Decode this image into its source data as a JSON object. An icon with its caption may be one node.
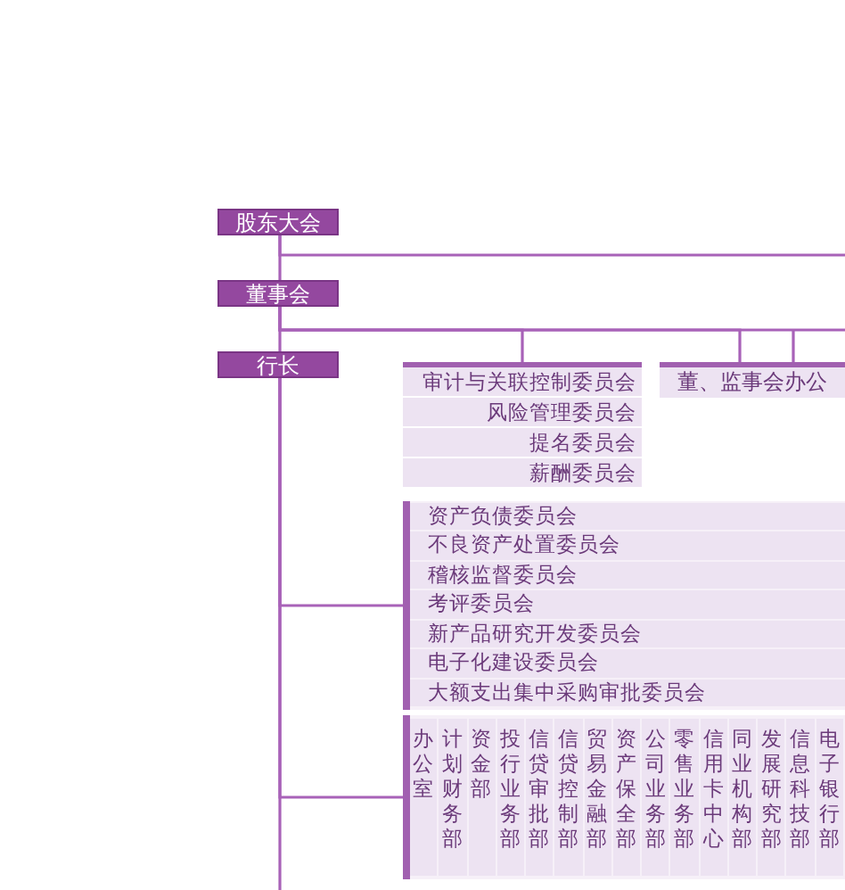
{
  "diagram": {
    "nodes": [
      {
        "text": [
          "股东大会"
        ]
      },
      {
        "text": [
          "董事会"
        ]
      },
      {
        "text": [
          "行长"
        ]
      },
      {
        "text": [],
        "shape": "box"
      },
      {
        "text": [
          "审计与关联控制委员会"
        ],
        "in": 3
      },
      {
        "text": [
          "风险管理委员会"
        ],
        "in": 3
      },
      {
        "text": [
          "提名委员会"
        ],
        "in": 3
      },
      {
        "text": [
          "薪酬委员会"
        ],
        "in": 3
      },
      {
        "text": [
          "董、监事会办公"
        ]
      },
      {
        "text": [],
        "shape": "box"
      },
      {
        "text": [
          "资产负债委员会"
        ],
        "in": 9
      },
      {
        "text": [
          "不良资产处置委员会"
        ],
        "in": 9
      },
      {
        "text": [
          "稽核监督委员会"
        ],
        "in": 9
      },
      {
        "text": [
          "考评委员会"
        ],
        "in": 9
      },
      {
        "text": [
          "新产品研究开发委员会"
        ],
        "in": 9
      },
      {
        "text": [
          "电子化建设委员会"
        ],
        "in": 9
      },
      {
        "text": [
          "大额支出集中采购审批委员会"
        ],
        "in": 9
      },
      {
        "text": [],
        "shape": "box"
      },
      {
        "text": [
          "办公室"
        ],
        "in": 17
      },
      {
        "text": [
          "计划财务部"
        ],
        "in": 17
      },
      {
        "text": [
          "资金部"
        ],
        "in": 17
      },
      {
        "text": [
          "投行业务部"
        ],
        "in": 17
      },
      {
        "text": [
          "信贷审批部"
        ],
        "in": 17
      },
      {
        "text": [
          "信贷控制部"
        ],
        "in": 17
      },
      {
        "text": [
          "贸易金融部"
        ],
        "in": 17
      },
      {
        "text": [
          "资产保全部"
        ],
        "in": 17
      },
      {
        "text": [
          "公司业务部"
        ],
        "in": 17
      },
      {
        "text": [
          "零售业务部"
        ],
        "in": 17
      },
      {
        "text": [
          "信用卡中心"
        ],
        "in": 17
      },
      {
        "text": [
          "同业机构部"
        ],
        "in": 17
      },
      {
        "text": [
          "发展研究部"
        ],
        "in": 17
      },
      {
        "text": [
          "信息科技部"
        ],
        "in": 17
      },
      {
        "text": [
          "电子银行部"
        ],
        "in": 17
      }
    ],
    "edges": [
      {
        "from": 0,
        "to": 1,
        "arrow": "none"
      },
      {
        "from": 1,
        "to": 2,
        "arrow": "none"
      },
      {
        "from": 0,
        "to": null,
        "arrow": "none"
      },
      {
        "from": 1,
        "to": 3,
        "arrow": "none"
      },
      {
        "from": 1,
        "to": 8,
        "arrow": "none"
      },
      {
        "from": 1,
        "to": null,
        "arrow": "none"
      },
      {
        "from": 2,
        "to": 9,
        "arrow": "none"
      },
      {
        "from": 2,
        "to": 17,
        "arrow": "none"
      }
    ]
  }
}
